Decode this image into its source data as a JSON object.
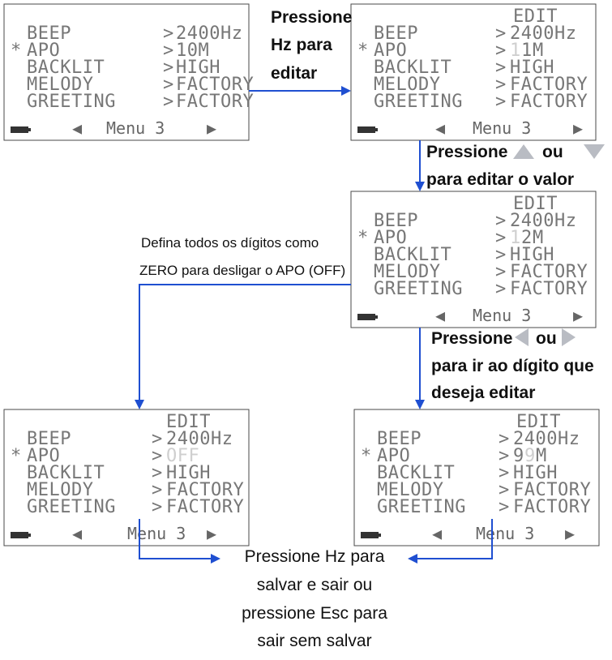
{
  "lcd_rows": {
    "beep": {
      "label": "BEEP",
      "value": "2400Hz"
    },
    "apo": {
      "marker": "*",
      "label": "APO"
    },
    "backlit": {
      "label": "BACKLIT",
      "value": "HIGH"
    },
    "melody": {
      "label": "MELODY",
      "value": "FACTORY"
    },
    "greeting": {
      "label": "GREETING",
      "value": "FACTORY"
    },
    "separator": ">"
  },
  "screens": {
    "initial": {
      "apo_value": "10M"
    },
    "edit_cursor": {
      "edit_flag": "EDIT",
      "apo_digit_1": "1",
      "apo_digit_2": "1",
      "apo_unit": "M"
    },
    "edit_changed": {
      "edit_flag": "EDIT",
      "apo_digit_1": "1",
      "apo_digit_2": "2",
      "apo_unit": "M"
    },
    "edit_off": {
      "edit_flag": "EDIT",
      "apo_value": "OFF"
    },
    "edit_moved": {
      "edit_flag": "EDIT",
      "apo_digit_1": "9",
      "apo_digit_2": "9",
      "apo_unit": "M"
    }
  },
  "menu_bar": {
    "label": "Menu 3",
    "left_glyph": "◀",
    "right_glyph": "▶"
  },
  "captions": {
    "press_hz": [
      "Pressione",
      "Hz para",
      "editar"
    ],
    "press_updown": {
      "line1": "Pressione",
      "or1": "ou",
      "line2": "para editar o valor"
    },
    "press_leftright": {
      "line1": "Pressione",
      "or1": "ou",
      "line2": "para ir ao dígito que",
      "line3": "deseja editar"
    },
    "set_zero": [
      "Defina todos os dígitos como",
      "ZERO para desligar o APO (OFF)"
    ],
    "save_exit": [
      "Pressione Hz para",
      "salvar e sair ou",
      "pressione Esc para",
      "sair sem salvar"
    ]
  },
  "colors": {
    "arrow": "#1f4fd1",
    "lcd_text": "#777777",
    "dim_digit": "#cfcfcf",
    "key_gray": "#b9bcc3"
  }
}
